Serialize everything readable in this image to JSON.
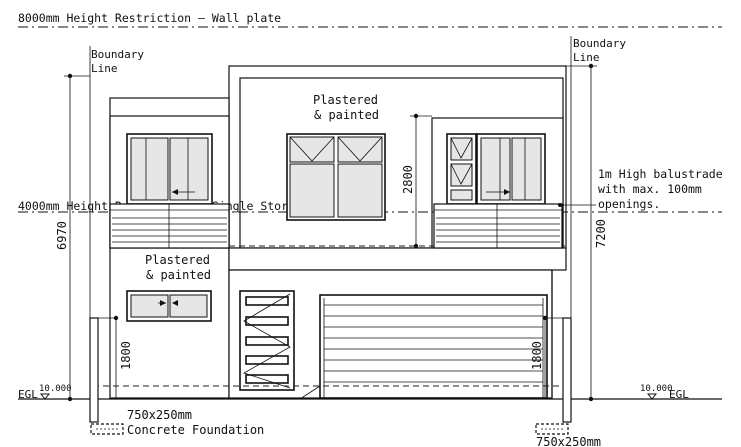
{
  "labels": {
    "height_8000": "8000mm Height Restriction – Wall plate",
    "height_4000": "4000mm Height Restriction – Single Storey",
    "boundary_left_1": "Boundary",
    "boundary_left_2": "Line",
    "boundary_right_1": "Boundary",
    "boundary_right_2": "Line",
    "plastered_upper_1": "Plastered",
    "plastered_upper_2": "& painted",
    "plastered_lower_1": "Plastered",
    "plastered_lower_2": "& painted",
    "balustrade_1": "1m High balustrade",
    "balustrade_2": "with max. 100mm",
    "balustrade_3": "openings.",
    "footing_left_1": "750x250mm",
    "footing_left_2": "Concrete Foundation",
    "footing_right_1": "750x250mm",
    "egl_left": "EGL",
    "egl_right": "EGL",
    "level_left": "10.000",
    "level_right": "10.000"
  },
  "dimensions": {
    "left_height": "6970",
    "right_height": "7200",
    "upper_floor": "2800",
    "left_lower": "1800",
    "right_lower": "1800"
  },
  "colors": {
    "line": "#111111",
    "glass": "#e6e6e6",
    "background": "#ffffff"
  }
}
